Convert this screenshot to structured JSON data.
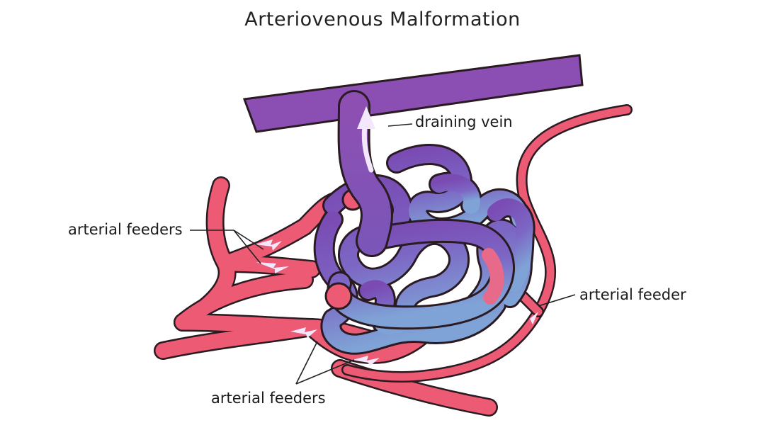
{
  "diagram": {
    "title": "Arteriovenous Malformation",
    "labels": {
      "draining_vein": "draining vein",
      "arterial_feeders_left": "arterial feeders",
      "arterial_feeder_right": "arterial feeder",
      "arterial_feeders_bottom": "arterial feeders"
    },
    "colors": {
      "artery": "#ec5b73",
      "artery_outline": "#2a1a22",
      "vein": "#8a4fb0",
      "nidus_purple": "#7b4fb4",
      "nidus_blue": "#7f98d2",
      "flow_arrow": "#f3e8fb",
      "leader_line": "#222222"
    }
  }
}
